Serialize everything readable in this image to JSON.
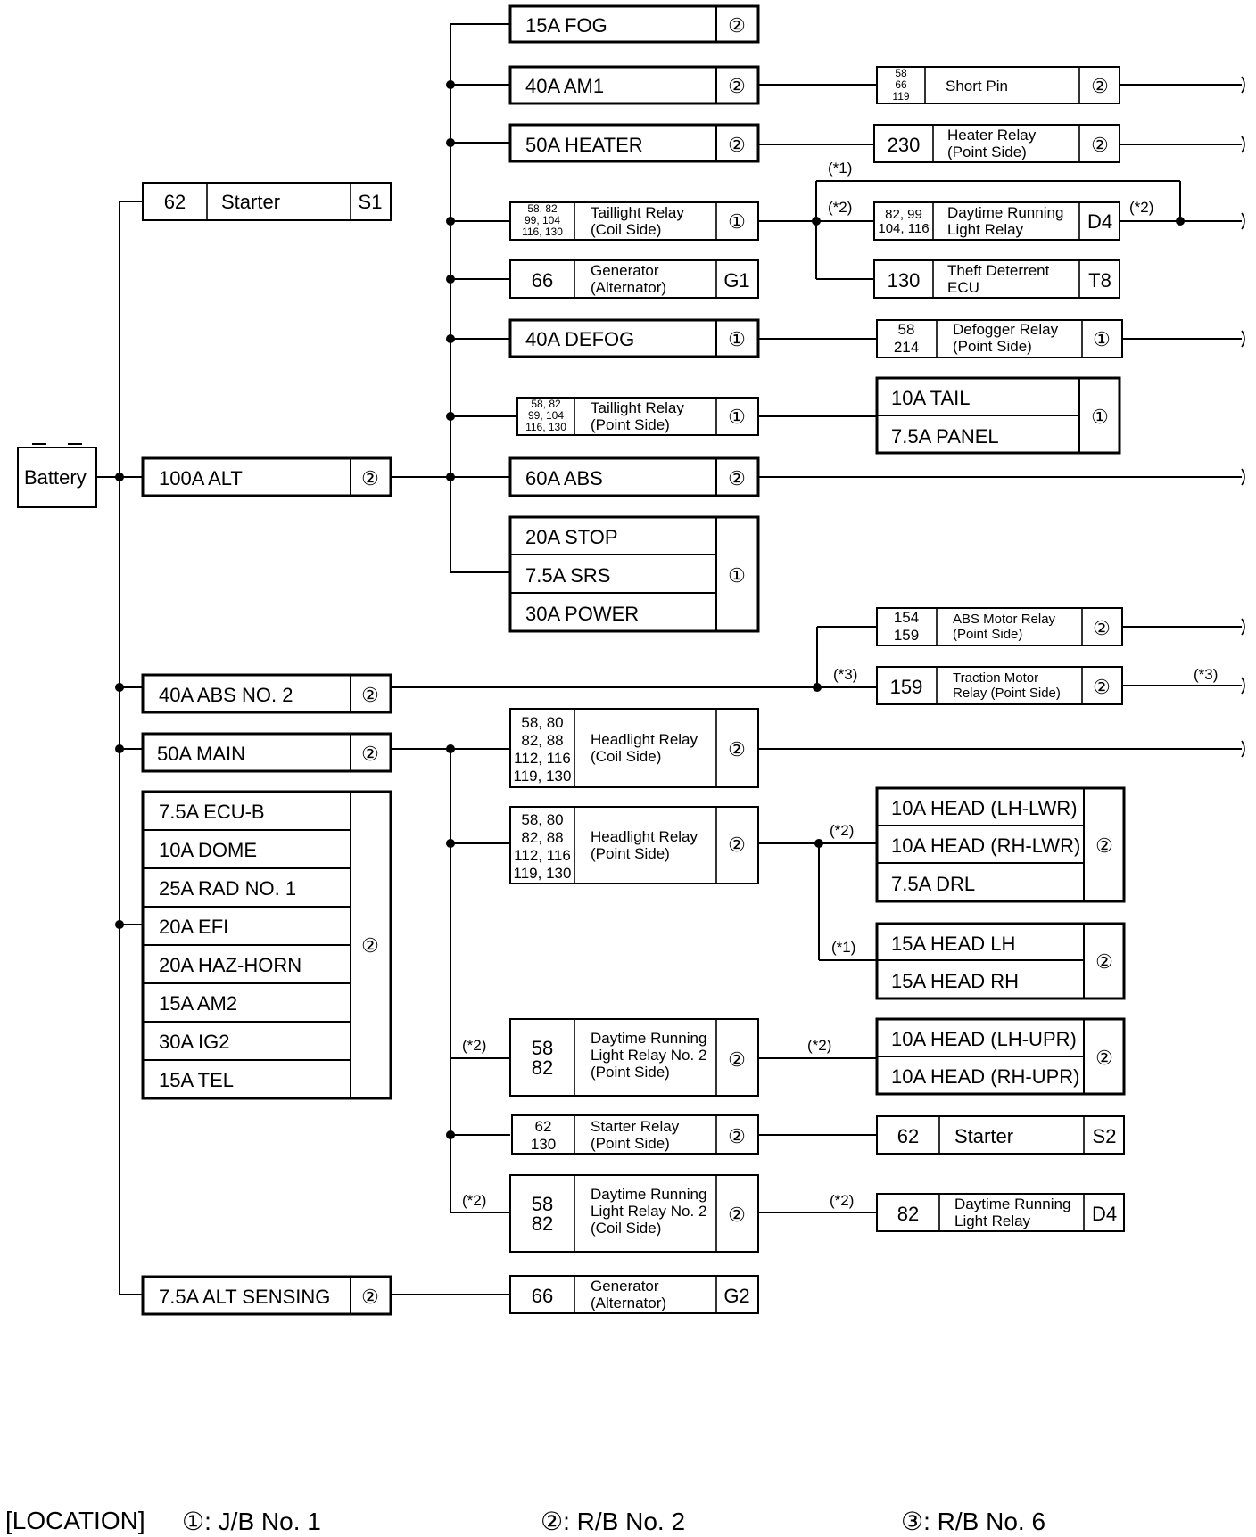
{
  "battery": "Battery",
  "left": {
    "starter": {
      "num": "62",
      "label": "Starter",
      "code": "S1"
    },
    "alt": {
      "label": "100A ALT",
      "loc": "②"
    },
    "abs2": {
      "label": "40A ABS NO. 2",
      "loc": "②"
    },
    "main": {
      "label": "50A MAIN",
      "loc": "②"
    },
    "group": {
      "items": [
        "7.5A ECU-B",
        "10A DOME",
        "25A RAD NO. 1",
        "20A EFI",
        "20A HAZ-HORN",
        "15A AM2",
        "30A IG2",
        "15A TEL"
      ],
      "loc": "②"
    },
    "altsense": {
      "label": "7.5A ALT SENSING",
      "loc": "②"
    }
  },
  "alt_branch": {
    "fog": {
      "label": "15A FOG",
      "loc": "②"
    },
    "am1": {
      "label": "40A AM1",
      "loc": "②"
    },
    "heater": {
      "label": "50A HEATER",
      "loc": "②"
    },
    "tail_coil": {
      "nums": [
        "58, 82",
        "99, 104",
        "116, 130"
      ],
      "l1": "Taillight Relay",
      "l2": "(Coil Side)",
      "loc": "①"
    },
    "gen1": {
      "num": "66",
      "l1": "Generator",
      "l2": "(Alternator)",
      "code": "G1"
    },
    "defog": {
      "label": "40A DEFOG",
      "loc": "①"
    },
    "tail_point": {
      "nums": [
        "58, 82",
        "99, 104",
        "116, 130"
      ],
      "l1": "Taillight Relay",
      "l2": "(Point Side)",
      "loc": "①"
    },
    "abs": {
      "label": "60A ABS",
      "loc": "②"
    },
    "group": {
      "items": [
        "20A STOP",
        "7.5A SRS",
        "30A POWER"
      ],
      "loc": "①"
    }
  },
  "right_top": {
    "short_pin": {
      "nums": [
        "58",
        "66",
        "119"
      ],
      "label": "Short Pin",
      "loc": "②"
    },
    "heater_relay": {
      "num": "230",
      "l1": "Heater Relay",
      "l2": "(Point Side)",
      "loc": "②"
    },
    "drl_relay": {
      "nums": [
        "82, 99",
        "104, 116"
      ],
      "l1": "Daytime Running",
      "l2": "Light Relay",
      "code": "D4"
    },
    "theft": {
      "num": "130",
      "l1": "Theft Deterrent",
      "l2": "ECU",
      "code": "T8"
    },
    "defog_relay": {
      "nums": [
        "58",
        "214"
      ],
      "l1": "Defogger Relay",
      "l2": "(Point Side)",
      "loc": "①"
    },
    "tail_group": {
      "items": [
        "10A TAIL",
        "7.5A PANEL"
      ],
      "loc": "①"
    }
  },
  "abs_branch": {
    "abs_motor": {
      "nums": [
        "154",
        "159"
      ],
      "l1": "ABS Motor Relay",
      "l2": "(Point Side)",
      "loc": "②"
    },
    "traction": {
      "num": "159",
      "l1": "Traction Motor",
      "l2": "Relay (Point Side)",
      "loc": "②"
    }
  },
  "main_branch": {
    "hl_coil": {
      "nums": [
        "58, 80",
        "82, 88",
        "112, 116",
        "119, 130"
      ],
      "l1": "Headlight Relay",
      "l2": "(Coil Side)",
      "loc": "②"
    },
    "hl_point": {
      "nums": [
        "58, 80",
        "82, 88",
        "112, 116",
        "119, 130"
      ],
      "l1": "Headlight Relay",
      "l2": "(Point Side)",
      "loc": "②"
    },
    "drl2_point": {
      "nums": [
        "58",
        "82"
      ],
      "l1": "Daytime Running",
      "l2": "Light Relay No. 2",
      "l3": "(Point Side)",
      "loc": "②"
    },
    "starter_relay": {
      "nums": [
        "62",
        "130"
      ],
      "l1": "Starter Relay",
      "l2": "(Point Side)",
      "loc": "②"
    },
    "drl2_coil": {
      "nums": [
        "58",
        "82"
      ],
      "l1": "Daytime Running",
      "l2": "Light Relay No. 2",
      "l3": "(Coil Side)",
      "loc": "②"
    },
    "gen2": {
      "num": "66",
      "l1": "Generator",
      "l2": "(Alternator)",
      "code": "G2"
    }
  },
  "right_bottom": {
    "lwr": {
      "items": [
        "10A HEAD (LH-LWR)",
        "10A HEAD (RH-LWR)",
        "7.5A DRL"
      ],
      "loc": "②"
    },
    "head": {
      "items": [
        "15A HEAD LH",
        "15A HEAD RH"
      ],
      "loc": "②"
    },
    "upr": {
      "items": [
        "10A HEAD (LH-UPR)",
        "10A HEAD (RH-UPR)"
      ],
      "loc": "②"
    },
    "starter2": {
      "num": "62",
      "label": "Starter",
      "code": "S2"
    },
    "drl": {
      "num": "82",
      "l1": "Daytime Running",
      "l2": "Light Relay",
      "code": "D4"
    }
  },
  "notes": {
    "n1": "(*1)",
    "n2": "(*2)",
    "n3": "(*3)"
  },
  "legend": {
    "title": "[LOCATION]",
    "l1": "①: J/B No. 1",
    "l2": "②: R/B No. 2",
    "l3": "③: R/B No. 6"
  }
}
